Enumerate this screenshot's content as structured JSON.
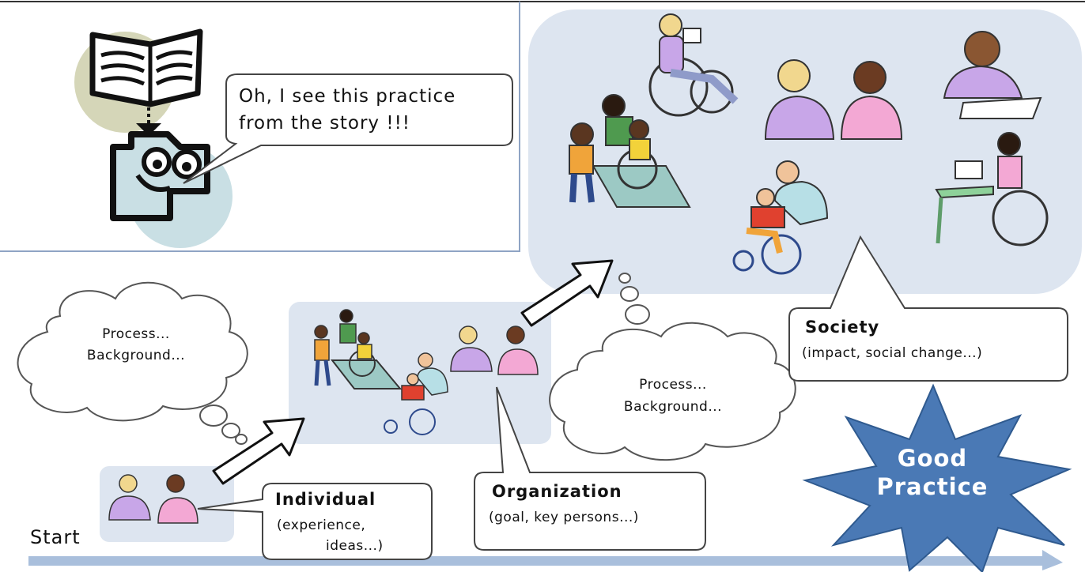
{
  "speech": {
    "line1": "Oh, I see this practice",
    "line2": "from the story !!!"
  },
  "cloud_left": {
    "line1": "Process...",
    "line2": "Background..."
  },
  "cloud_right": {
    "line1": "Process...",
    "line2": "Background..."
  },
  "individual": {
    "title": "Individual",
    "sub1": "(experience,",
    "sub2": "ideas...)"
  },
  "organization": {
    "title": "Organization",
    "sub": "(goal, key persons...)"
  },
  "society": {
    "title": "Society",
    "sub": "(impact, social change...)"
  },
  "star": {
    "line1": "Good",
    "line2": "Practice"
  },
  "start_label": "Start",
  "colors": {
    "panel": "#dde5f0",
    "axis": "#a9bfdc",
    "star": "#4a79b5",
    "frame": "#8fa4c4"
  }
}
